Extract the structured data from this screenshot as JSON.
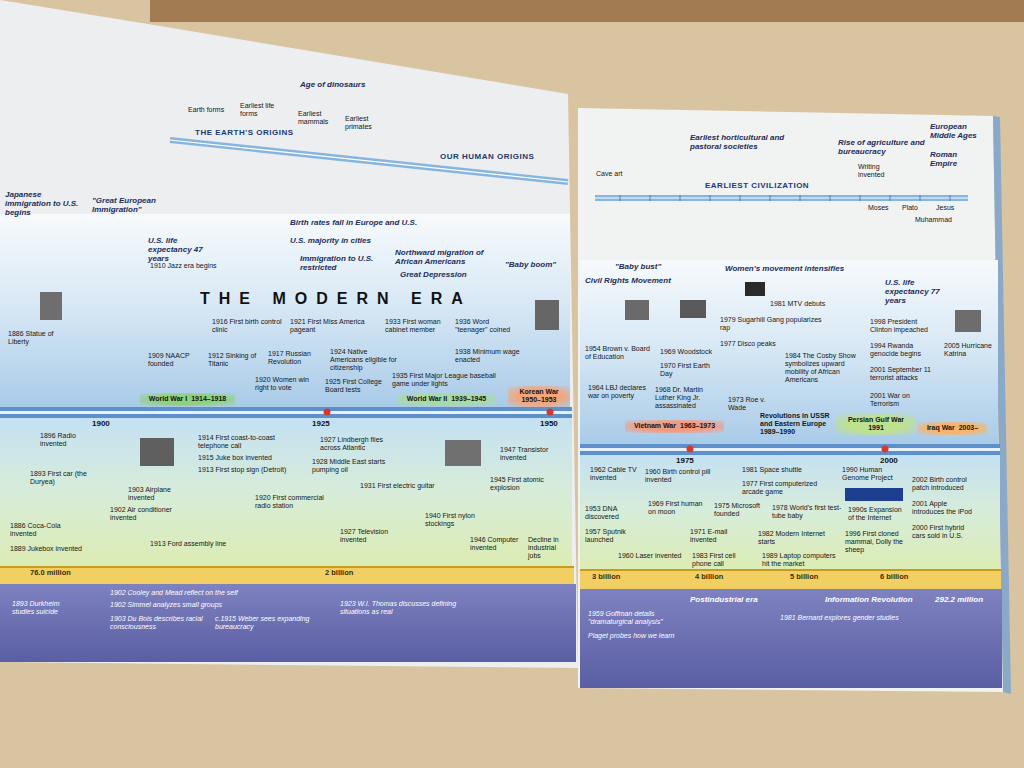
{
  "diagram": {
    "nodes": [
      {
        "text": [
          "World War I",
          "1914–1918"
        ]
      },
      {
        "text": [
          "World War II",
          "1939–1945"
        ]
      },
      {
        "text": [
          "Korean War",
          "1950–1953"
        ]
      },
      {
        "text": [
          "Vietnam War",
          "1963–1973"
        ]
      },
      {
        "text": [
          "Persian Gulf War",
          "1991"
        ]
      },
      {
        "text": [
          "Iraq War",
          "2003–"
        ]
      }
    ],
    "labels": [
      "Age of dinosaurs",
      "Earth forms",
      "Earliest life forms",
      "Earliest mammals",
      "Earliest primates",
      "THE EARTH'S ORIGINS",
      "OUR HUMAN ORIGINS",
      "Japanese immigration to U.S. begins",
      "\"Great European Immigration\"",
      "U.S. life expectancy 47 years",
      "1910 Jazz era begins",
      "Birth rates fall in Europe and U.S.",
      "U.S. majority in cities",
      "Immigration to U.S. restricted",
      "Northward migration of African Americans",
      "Great Depression",
      "\"Baby boom\"",
      "THE MODERN ERA",
      "1886 Statue of Liberty",
      "1916 First birth control clinic",
      "1921 First Miss America pageant",
      "1933 First woman cabinet member",
      "1936 Word \"teenager\" coined",
      "1909 NAACP founded",
      "1912 Sinking of Titanic",
      "1917 Russian Revolution",
      "1924 Native Americans eligible for citizenship",
      "1938 Minimum wage enacted",
      "1920 Women win right to vote",
      "1925 First College Board tests",
      "1935 First Major League baseball game under lights",
      "1900",
      "1925",
      "1950",
      "1896 Radio invented",
      "1914 First coast-to-coast telephone call",
      "1915 Juke box invented",
      "1913 First stop sign (Detroit)",
      "1893 First car (the Duryea)",
      "1903 Airplane invented",
      "1902 Air conditioner invented",
      "1886 Coca-Cola invented",
      "1889 Jukebox invented",
      "1913 Ford assembly line",
      "1920 First commercial radio station",
      "1927 Lindbergh flies across Atlantic",
      "1928 Middle East starts pumping oil",
      "1931 First electric guitar",
      "1927 Television invented",
      "1947 Transistor invented",
      "1945 First atomic explosion",
      "1940 First nylon stockings",
      "1946 Computer invented",
      "Decline in industrial jobs",
      "76.0 million",
      "2 billion",
      "1893 Durkheim studies suicide",
      "1902 Cooley and Mead reflect on the self",
      "1902 Simmel analyzes small groups",
      "1903 Du Bois describes racial consciousness",
      "c.1915 Weber sees expanding bureaucracy",
      "1923 W.I. Thomas discusses defining situations as real",
      "Earliest horticultural and pastoral societies",
      "Rise of agriculture and bureaucracy",
      "European Middle Ages",
      "Roman Empire",
      "Cave art",
      "EARLIEST CIVILIZATION",
      "Writing invented",
      "Moses",
      "Plato",
      "Jesus",
      "Muhammad",
      "\"Baby bust\"",
      "Civil Rights Movement",
      "Women's movement intensifies",
      "U.S. life expectancy 77 years",
      "1981 MTV debuts",
      "1979 Sugarhill Gang popularizes rap",
      "1977 Disco peaks",
      "1969 Woodstock",
      "1970 First Earth Day",
      "1954 Brown v. Board of Education",
      "1964 LBJ declares war on poverty",
      "1968 Dr. Martin Luther King Jr. assassinated",
      "1973 Roe v. Wade",
      "1984 The Cosby Show symbolizes upward mobility of African Americans",
      "1998 President Clinton impeached",
      "1994 Rwanda genocide begins",
      "2005 Hurricane Katrina",
      "2001 September 11 terrorist attacks",
      "2001 War on Terrorism",
      "Revolutions in USSR and Eastern Europe 1989–1990",
      "1975",
      "2000",
      "1962 Cable TV invented",
      "1960 Birth control pill invented",
      "1981 Space shuttle",
      "1977 First computerized arcade game",
      "1990 Human Genome Project",
      "1953 DNA discovered",
      "1969 First human on moon",
      "1975 Microsoft founded",
      "1978 World's first test-tube baby",
      "1990s Expansion of the Internet",
      "2002 Birth control patch introduced",
      "2001 Apple introduces the iPod",
      "2000 First hybrid cars sold in U.S.",
      "1957 Sputnik launched",
      "1971 E-mail invented",
      "1982 Modern Internet starts",
      "1960 Laser invented",
      "1983 First cell phone call",
      "1989 Laptop computers hit the market",
      "1996 First cloned mammal, Dolly the sheep",
      "3 billion",
      "4 billion",
      "5 billion",
      "6 billion",
      "Postindustrial era",
      "Information Revolution",
      "292.2 million",
      "1959 Goffman details \"dramaturgical analysis\"",
      "Piaget probes how we learn",
      "1981 Bernard explores gender studies"
    ]
  }
}
